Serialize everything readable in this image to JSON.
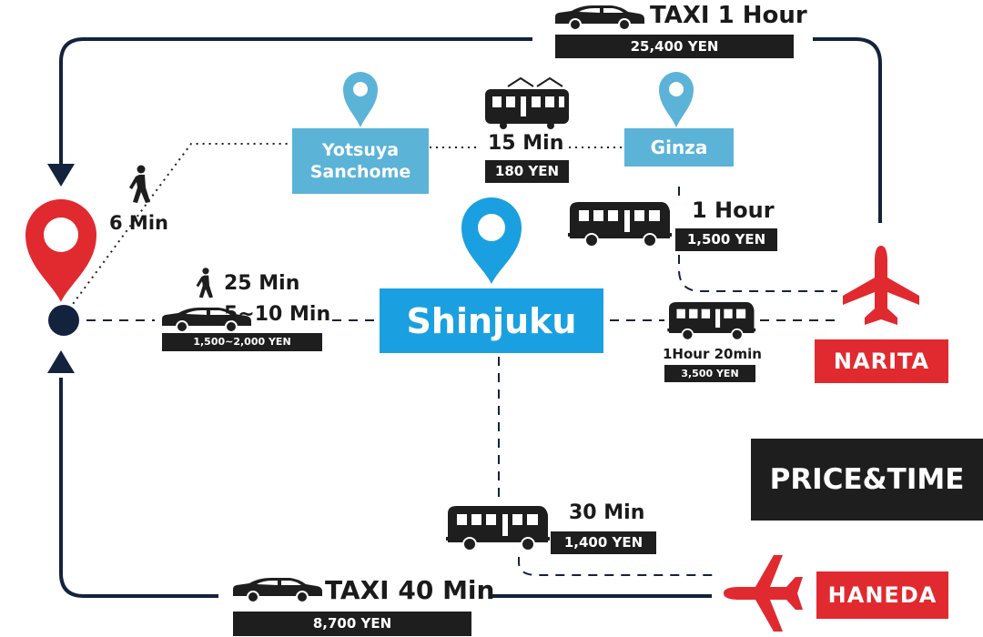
{
  "routes": {
    "narita_taxi": {
      "label": "TAXI 1 Hour",
      "price": "25,400 YEN"
    },
    "train": {
      "time": "15 Min",
      "price": "180 YEN"
    },
    "walk_top": {
      "time": "6 Min"
    },
    "ginza_bus": {
      "time": "1 Hour",
      "price": "1,500 YEN"
    },
    "shinjuku_link": {
      "walk_time": "25 Min",
      "taxi_time": "5~10 Min",
      "price": "1,500~2,000 YEN"
    },
    "narita_bus": {
      "time": "1Hour 20min",
      "price": "3,500 YEN"
    },
    "haneda_bus": {
      "time": "30 Min",
      "price": "1,400 YEN"
    },
    "haneda_taxi": {
      "label": "TAXI 40 Min",
      "price": "8,700 YEN"
    }
  },
  "places": {
    "yotsuya_line1": "Yotsuya",
    "yotsuya_line2": "Sanchome",
    "ginza": "Ginza",
    "shinjuku": "Shinjuku",
    "narita": "NARITA",
    "haneda": "HANEDA"
  },
  "badge": "PRICE&TIME",
  "colors": {
    "navy": "#13223d",
    "red": "#e02a2f",
    "blue": "#1aa0e0",
    "light_blue": "#5bb3d8",
    "black": "#1e1e1e"
  },
  "icons": [
    "taxi-icon",
    "train-icon",
    "bus-icon",
    "walker-icon",
    "plane-icon",
    "location-pin-icon"
  ]
}
